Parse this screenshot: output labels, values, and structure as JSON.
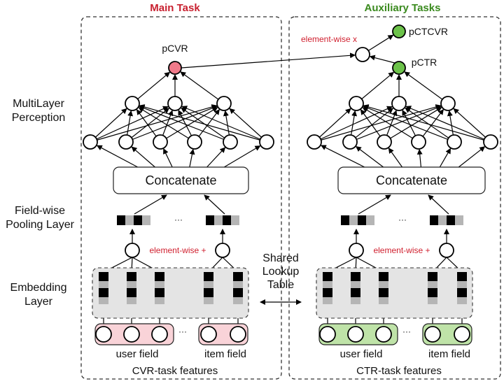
{
  "titles": {
    "main": "Main Task",
    "aux": "Auxiliary Tasks"
  },
  "colors": {
    "main_title": "#c8202f",
    "aux_title": "#3a8a1e",
    "pcvr_node": "#f07a8a",
    "green_node": "#6cc24a",
    "pink_field": "#f9d3d8",
    "green_field": "#bfe3a8",
    "embed_bg": "#e4e4e4",
    "red_annot": "#d0202f"
  },
  "layers": {
    "mlp": "MultiLayer\nPerception",
    "pooling": "Field-wise\nPooling Layer",
    "embedding": "Embedding\nLayer"
  },
  "nodes": {
    "pcvr": "pCVR",
    "pctr": "pCTR",
    "pctcvr": "pCTCVR"
  },
  "annotations": {
    "mult": "element-wise x",
    "plus_left": "element-wise +",
    "plus_right": "element-wise +",
    "shared": "Shared\nLookup\nTable",
    "ellipsis": "···"
  },
  "boxes": {
    "concat_left": "Concatenate",
    "concat_right": "Concatenate"
  },
  "fields": {
    "left_user": "user field",
    "left_item": "item field",
    "right_user": "user field",
    "right_item": "item field"
  },
  "features": {
    "left": "CVR-task features",
    "right": "CTR-task features"
  }
}
